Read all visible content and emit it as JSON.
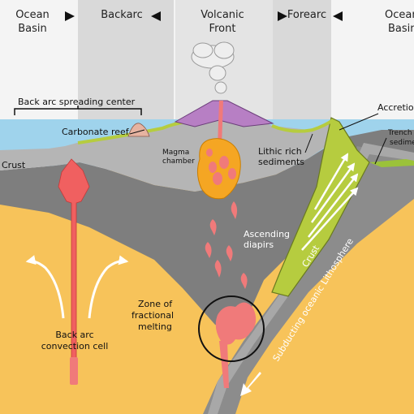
{
  "header": {
    "ocean_basin_left_1": "Ocean",
    "ocean_basin_left_2": "Basin",
    "backarc": "Backarc",
    "volcanic_front_1": "Volcanic",
    "volcanic_front_2": "Front",
    "forearc": "Forearc",
    "ocean_basin_right_1": "Ocean",
    "ocean_basin_right_2": "Basin"
  },
  "labels": {
    "back_arc_spreading_center": "Back arc spreading center",
    "carbonate_reef": "Carbonate reef",
    "crust_left": "Crust",
    "magma_chamber_1": "Magma",
    "magma_chamber_2": "chamber",
    "lithic_rich_1": "Lithic rich",
    "lithic_rich_2": "sediments",
    "accretion": "Accretion",
    "trench_1": "Trench",
    "trench_2": "sedime",
    "ascending_1": "Ascending",
    "ascending_2": "diapirs",
    "crust_slab": "Crust",
    "subducting": "Subducting oceanic Lithosphere",
    "zone_1": "Zone of",
    "zone_2": "fractional",
    "zone_3": "melting",
    "convection_1": "Back arc",
    "convection_2": "convection cell"
  },
  "colors": {
    "sky": "#f2f2f2",
    "column": "#d9d9d9",
    "ocean": "#9fd3ec",
    "mantle": "#f7c35a",
    "lithosphere": "#808080",
    "crust": "#b5b5b5",
    "slab": "#8c8c8c",
    "magma": "#f07a7a",
    "chamber": "#f5a623",
    "volcano": "#b77fc4",
    "wedge": "#b6cc3f",
    "reef": "#e6b3a1"
  },
  "icons": [
    "direction-arrow-icon",
    "eruption-plume-icon",
    "flow-arrow-icon"
  ]
}
